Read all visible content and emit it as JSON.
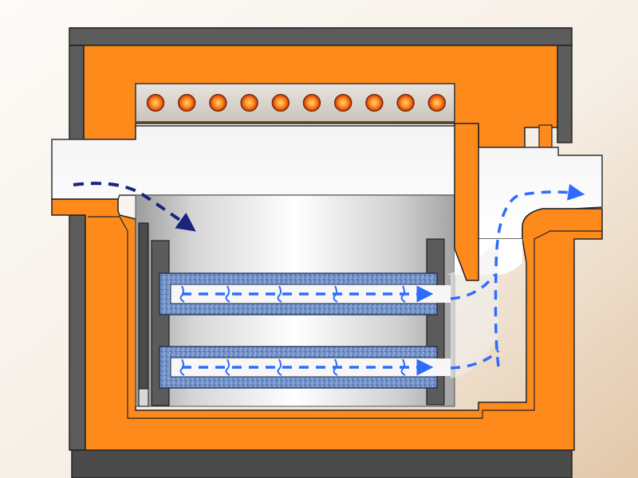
{
  "diagram": {
    "subject": "furnace-cross-section",
    "heater_count": 10,
    "shelf_count": 2,
    "colors": {
      "background_light": "#fbf8f4",
      "background_warm": "#e6cfb4",
      "insulation_orange": "#ff8a1c",
      "casing_gray": "#5a5a5a",
      "heater_plate": "#d9d3cb",
      "heater_glow": "#ff7a10",
      "chamber_gray": "#b8b8b8",
      "shelf_blue": "#6f8fc7",
      "flow_dark_blue": "#1a237e",
      "flow_light_blue": "#2e6bff"
    },
    "icons": {
      "heater": "circle-glow",
      "flow": "dashed-arrow"
    }
  }
}
